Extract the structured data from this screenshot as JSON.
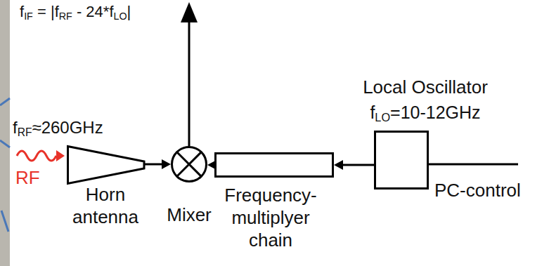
{
  "diagram": {
    "nodes": [
      {
        "text": [
          "Horn antenna"
        ]
      },
      {
        "text": [
          "Mixer"
        ]
      },
      {
        "text": [
          "Frequency-multiplyer chain"
        ]
      },
      {
        "text": [
          "Local Oscillator",
          "fLO=10-12GHz"
        ]
      }
    ],
    "edges": [
      {
        "from": 0,
        "to": 1,
        "arrow": "to"
      },
      {
        "from": 2,
        "to": 1,
        "arrow": "to"
      },
      {
        "from": 3,
        "to": 2,
        "arrow": "to"
      }
    ],
    "labels": [
      "fIF = |fRF - 24*fLO|",
      "fRF≈260GHz",
      "RF",
      "PC-control"
    ]
  }
}
